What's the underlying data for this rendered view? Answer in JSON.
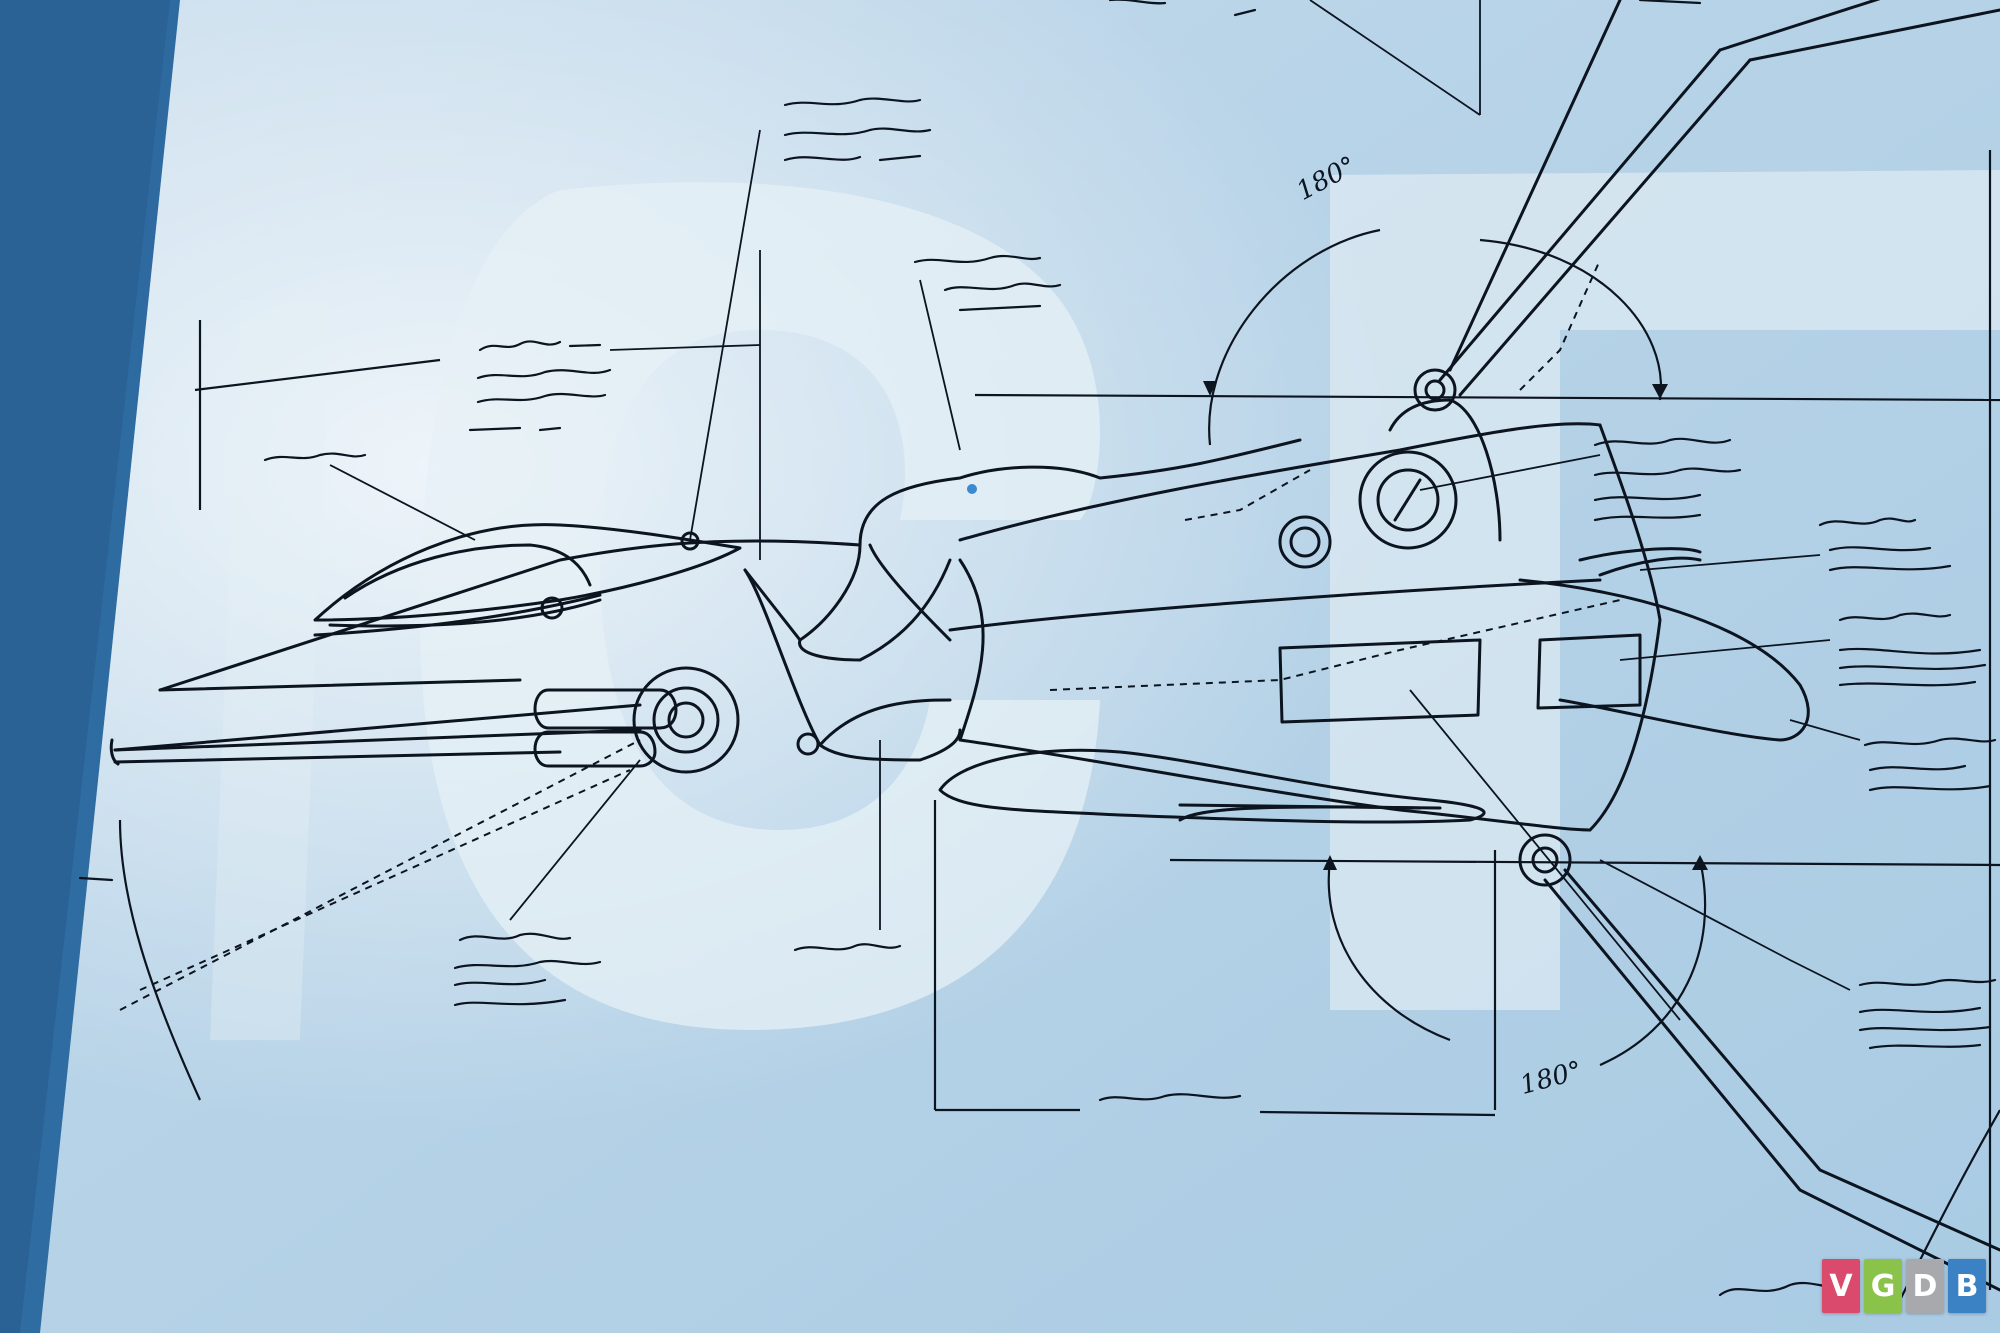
{
  "annotations": {
    "angle_top": "180°",
    "angle_bottom": "180°"
  },
  "watermark": {
    "letters": [
      "V",
      "G",
      "D",
      "B"
    ],
    "colors": [
      "#d94a6c",
      "#8bc34a",
      "#a7a9ac",
      "#3b82c4"
    ]
  },
  "colors": {
    "paper_light": "#e9f1f6",
    "paper_blue": "#b8d3e6",
    "paper_deep": "#9fc2dc",
    "ink": "#0c1420",
    "spine": "#235a8c"
  }
}
